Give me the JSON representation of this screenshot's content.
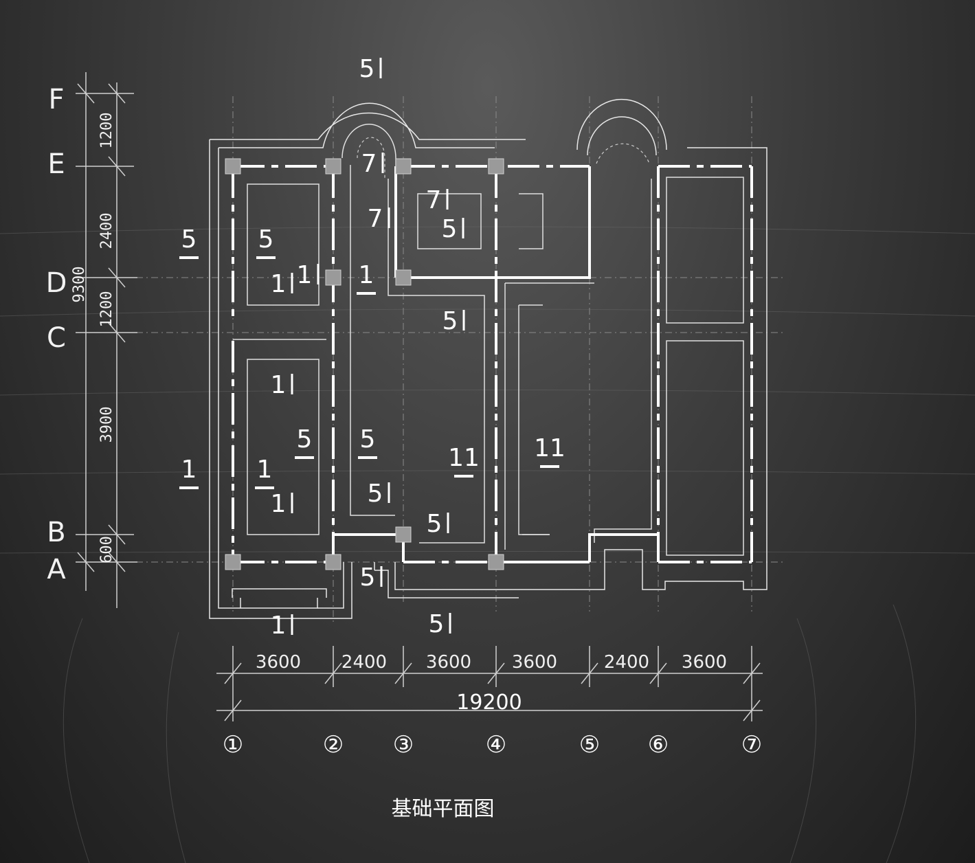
{
  "caption": "基础平面图",
  "axes_v": [
    "F",
    "E",
    "D",
    "C",
    "B",
    "A"
  ],
  "axes_h": [
    "①",
    "②",
    "③",
    "④",
    "⑤",
    "⑥",
    "⑦"
  ],
  "dims_vertical": [
    "1200",
    "2400",
    "1200",
    "3900",
    "600"
  ],
  "dim_total_vertical": "9300",
  "dims_horizontal": [
    "3600",
    "2400",
    "3600",
    "3600",
    "2400",
    "3600"
  ],
  "dim_total_horizontal": "19200",
  "section_marks": [
    "5",
    "5",
    "1",
    "1",
    "5",
    "7",
    "7",
    "1",
    "1",
    "1",
    "5",
    "5",
    "1",
    "5",
    "7",
    "5",
    "5",
    "11",
    "11",
    "5",
    "1",
    "5",
    "1",
    "5"
  ],
  "colors": {
    "line": "#ffffff",
    "column": "#9a9a9a",
    "background": "#2a2a2a"
  }
}
